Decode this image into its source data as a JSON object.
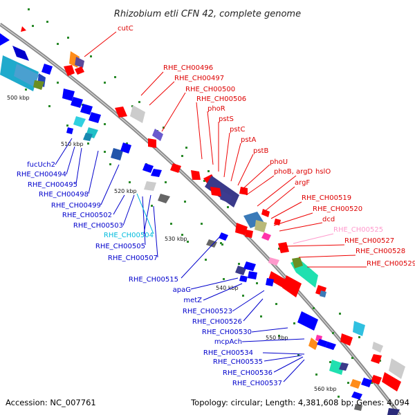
{
  "title": "Rhizobium etli CFN 42, complete genome",
  "footer": {
    "accession": "Accession: NC_007761",
    "summary": "Topology: circular; Length: 4,381,608 bp; Genes: 4,094"
  },
  "kbp_marks": [
    "500 kbp",
    "510 kbp",
    "520 kbp",
    "530 kbp",
    "540 kbp",
    "550 kbp",
    "560 kbp"
  ],
  "labels_forward": [
    "cutC",
    "RHE_CH00496",
    "RHE_CH00497",
    "RHE_CH00500",
    "RHE_CH00506",
    "phoR",
    "pstS",
    "pstC",
    "pstA",
    "pstB",
    "phoU",
    "phoB, argD",
    "hslO",
    "argF",
    "RHE_CH00519",
    "RHE_CH00520",
    "dcd",
    "RHE_CH00525",
    "RHE_CH00527",
    "RHE_CH00528",
    "RHE_CH00529"
  ],
  "labels_reverse": [
    "fucUch2",
    "RHE_CH00494",
    "RHE_CH00495",
    "RHE_CH00498",
    "RHE_CH00499",
    "RHE_CH00502",
    "RHE_CH00503",
    "RHE_CH00504",
    "RHE_CH00505",
    "RHE_CH00507",
    "RHE_CH00515",
    "apaG",
    "metZ",
    "RHE_CH00523",
    "RHE_CH00526",
    "RHE_CH00530",
    "mcpAch",
    "RHE_CH00534",
    "RHE_CH00535",
    "RHE_CH00536",
    "RHE_CH00537"
  ],
  "colors": {
    "forward_cds": "#ff0000",
    "reverse_cds": "#0000ff",
    "forward_label": "#dd0000",
    "reverse_label": "#0000cc",
    "highlight_pink": "#ff99cc",
    "highlight_cyan": "#00bbdd",
    "backbone": "#888888",
    "tick": "#228822"
  }
}
